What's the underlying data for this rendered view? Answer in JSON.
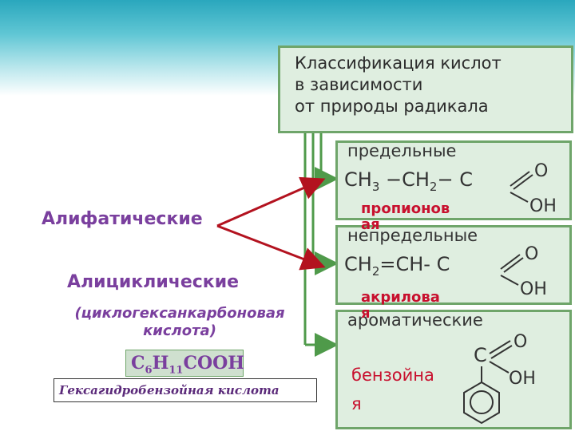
{
  "title": {
    "line1": "Классификация кислот",
    "line2": "в зависимости",
    "line3": "от природы радикала"
  },
  "categories": [
    {
      "label": "предельные",
      "formula_left": "CH",
      "formula_sub1": "3",
      "formula_mid": " −CH",
      "formula_sub2": "2",
      "formula_end": "− C",
      "cooh_o": "O",
      "cooh_oh": "OH",
      "acid_name": "пропионовая",
      "acid_name_line1": "пропионов",
      "acid_name_line2": "ая"
    },
    {
      "label": "непредельные",
      "formula_left": "CH",
      "formula_sub1": "2",
      "formula_mid": "=CH",
      "formula_end": "- C",
      "cooh_o": "O",
      "cooh_oh": "OH",
      "acid_name": "акриловая",
      "acid_name_line1": "акрилова",
      "acid_name_line2": "я"
    },
    {
      "label": "ароматические",
      "cooh_c": "C",
      "cooh_o": "O",
      "cooh_oh": "OH",
      "acid_name_line1": "бензойна",
      "acid_name_line2": "я"
    }
  ],
  "left": {
    "aliphatic": "Алифатические",
    "alicyclic": "Алициклические",
    "alicyclic_note_line1": "(циклогексанкарбоновая",
    "alicyclic_note_line2": "кислота)",
    "formula_c": "C",
    "formula_c_sub": "6",
    "formula_h": "H",
    "formula_h_sub": "11",
    "formula_rest": "COOH",
    "hexa_name": "Гексагидробензойная кислота"
  },
  "colors": {
    "arrow_red": "#b3121f",
    "arrow_green": "#4f9a4a",
    "box_fill": "#dfeee0",
    "box_border": "#6fa56a",
    "purple": "#7a3f9e",
    "acid_red": "#c8102e"
  }
}
